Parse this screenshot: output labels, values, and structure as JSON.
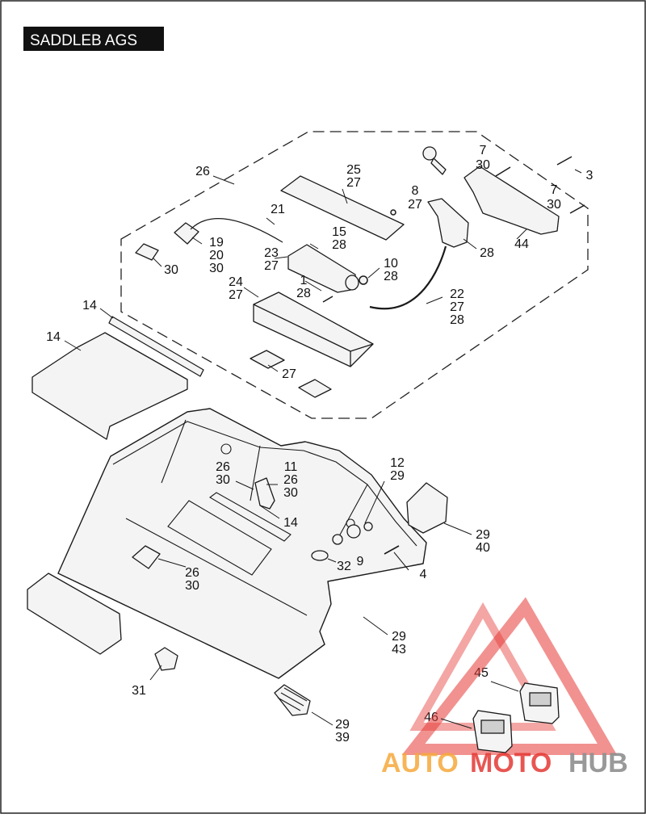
{
  "header": {
    "title": "SADDLEB AGS"
  },
  "callouts": [
    {
      "id": "c26a",
      "lines": [
        "26"
      ]
    },
    {
      "id": "c25",
      "lines": [
        "25",
        "27"
      ]
    },
    {
      "id": "c7a",
      "lines": [
        "7",
        "30"
      ]
    },
    {
      "id": "c3",
      "lines": [
        "3"
      ]
    },
    {
      "id": "c7b",
      "lines": [
        "7",
        "30"
      ]
    },
    {
      "id": "c8",
      "lines": [
        "8",
        "27"
      ]
    },
    {
      "id": "c21",
      "lines": [
        "21"
      ]
    },
    {
      "id": "c15",
      "lines": [
        "15",
        "28"
      ]
    },
    {
      "id": "c19",
      "lines": [
        "19",
        "20",
        "30"
      ]
    },
    {
      "id": "c30a",
      "lines": [
        "30"
      ]
    },
    {
      "id": "c23",
      "lines": [
        "23",
        "27"
      ]
    },
    {
      "id": "c10",
      "lines": [
        "10",
        "28"
      ]
    },
    {
      "id": "c24",
      "lines": [
        "24",
        "27"
      ]
    },
    {
      "id": "c1",
      "lines": [
        "1",
        "28"
      ]
    },
    {
      "id": "c22",
      "lines": [
        "22",
        "27",
        "28"
      ]
    },
    {
      "id": "c28",
      "lines": [
        "28"
      ]
    },
    {
      "id": "c44",
      "lines": [
        "44"
      ]
    },
    {
      "id": "c14a",
      "lines": [
        "14"
      ]
    },
    {
      "id": "c14b",
      "lines": [
        "14"
      ]
    },
    {
      "id": "c27",
      "lines": [
        "27"
      ]
    },
    {
      "id": "c12",
      "lines": [
        "12",
        "29"
      ]
    },
    {
      "id": "c26b",
      "lines": [
        "26",
        "30"
      ]
    },
    {
      "id": "c11",
      "lines": [
        "11",
        "26",
        "30"
      ]
    },
    {
      "id": "c14c",
      "lines": [
        "14"
      ]
    },
    {
      "id": "c29a",
      "lines": [
        "29",
        "40"
      ]
    },
    {
      "id": "c32",
      "lines": [
        "32"
      ]
    },
    {
      "id": "c9",
      "lines": [
        "9"
      ]
    },
    {
      "id": "c4",
      "lines": [
        "4"
      ]
    },
    {
      "id": "c26c",
      "lines": [
        "26",
        "30"
      ]
    },
    {
      "id": "c29b",
      "lines": [
        "29",
        "43"
      ]
    },
    {
      "id": "c31",
      "lines": [
        "31"
      ]
    },
    {
      "id": "c45",
      "lines": [
        "45"
      ]
    },
    {
      "id": "c46",
      "lines": [
        "46"
      ]
    },
    {
      "id": "c29c",
      "lines": [
        "29",
        "39"
      ]
    }
  ],
  "watermark": {
    "part1": "AUTO",
    "part2": "MOTO",
    "part3": "HUB"
  },
  "colors": {
    "line": "#1a1a1a",
    "part_fill": "#f4f4f4",
    "wm_red": "#e53935",
    "wm_orange": "#f6a93b",
    "wm_gray": "#8f8f8f"
  }
}
